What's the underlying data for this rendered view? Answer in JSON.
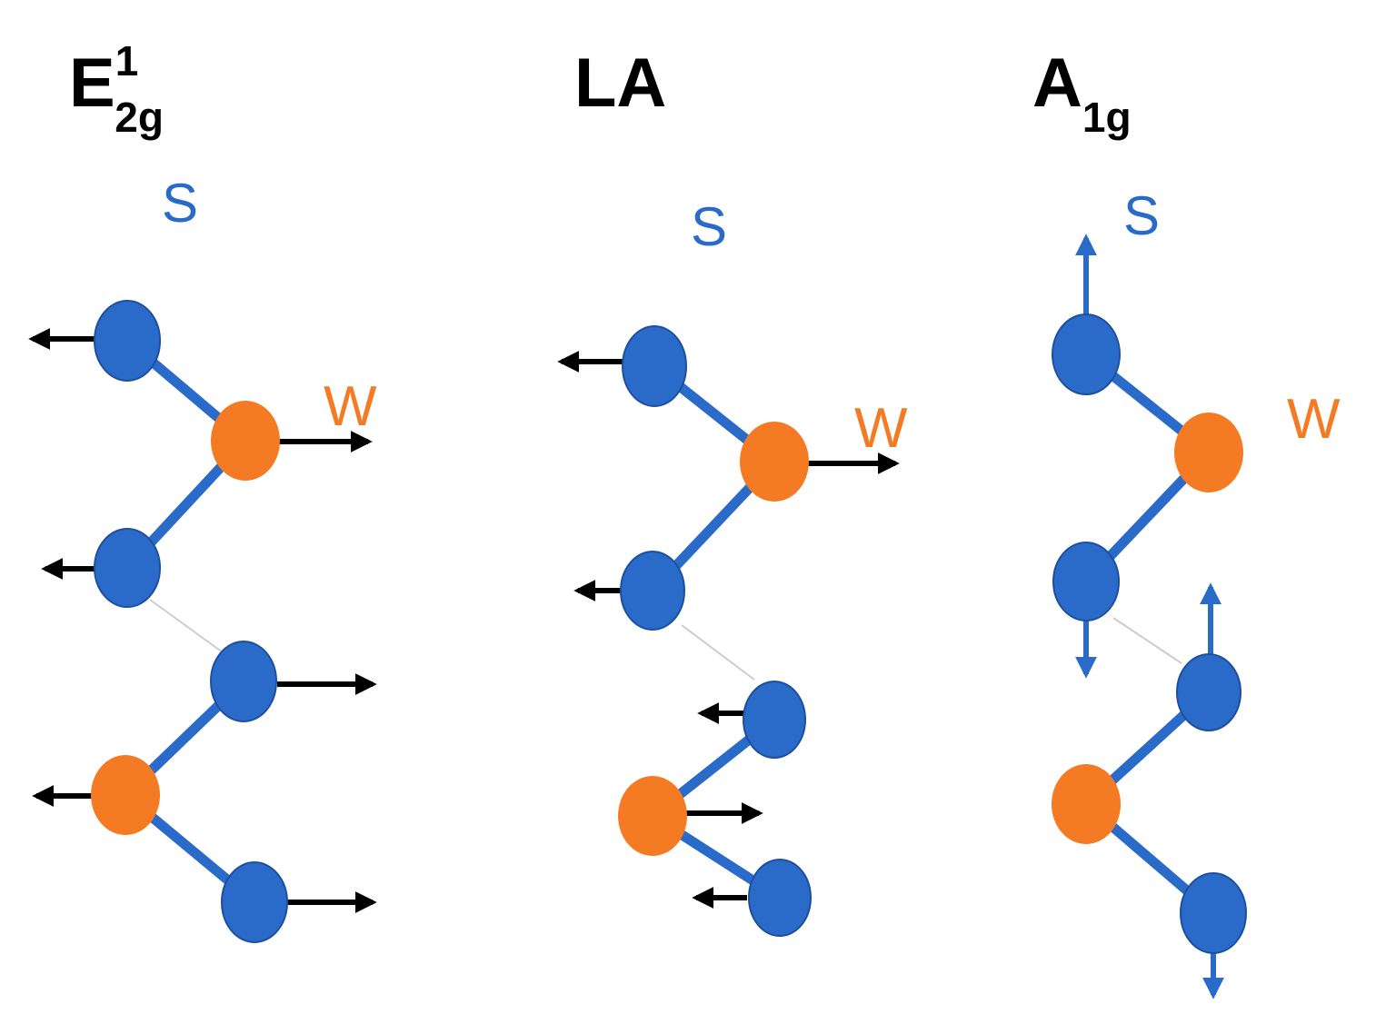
{
  "colors": {
    "sulfur": "#2a6bc9",
    "tungsten": "#f47a24",
    "arrow_in_plane": "#000000",
    "arrow_out_of_plane": "#2a6bc9",
    "interlayer_link": "#cccccc",
    "background": "#ffffff"
  },
  "panels": [
    {
      "mode_base": "E",
      "mode_sup": "1",
      "mode_sub": "2g",
      "sulfur_label": "S",
      "tungsten_label": "W",
      "displacement": "in-plane"
    },
    {
      "mode_base": "LA",
      "mode_sup": "",
      "mode_sub": "",
      "sulfur_label": "S",
      "tungsten_label": "W",
      "displacement": "in-plane"
    },
    {
      "mode_base": "A",
      "mode_sup": "",
      "mode_sub": "1g",
      "sulfur_label": "S",
      "tungsten_label": "W",
      "displacement": "out-of-plane"
    }
  ]
}
